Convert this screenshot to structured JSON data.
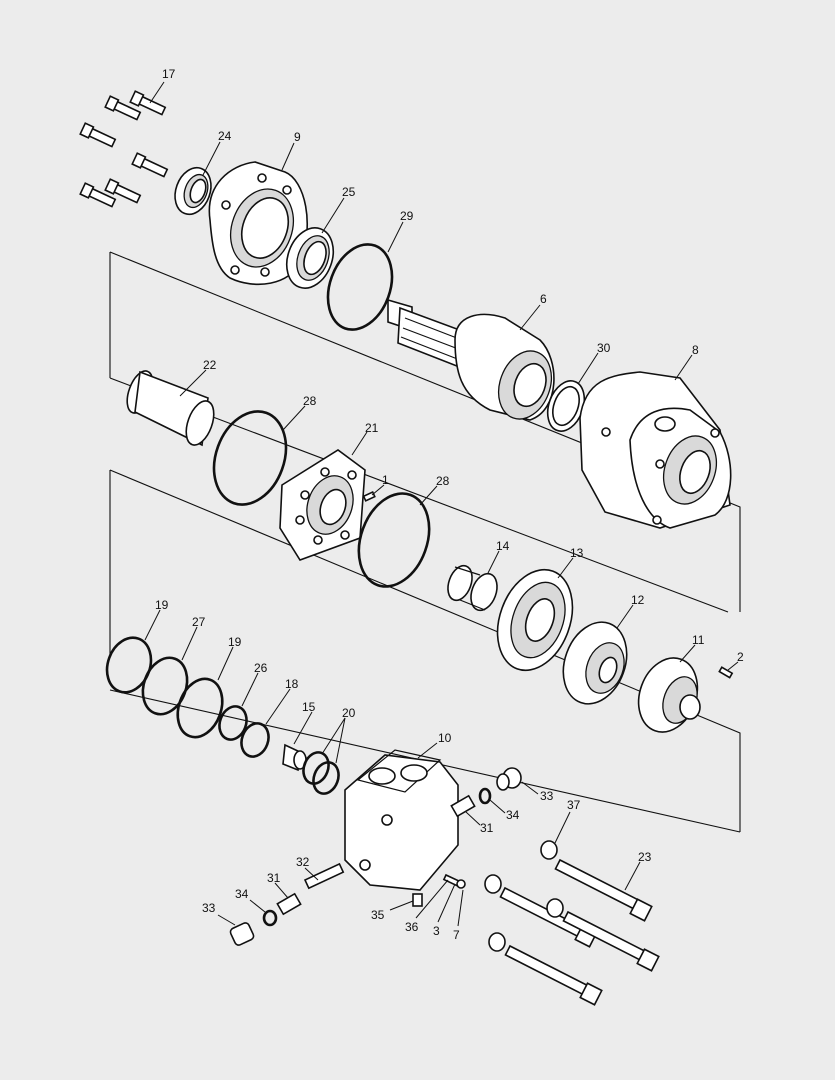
{
  "callouts": [
    {
      "id": "c17a",
      "text": "17"
    },
    {
      "id": "c24",
      "text": "24"
    },
    {
      "id": "c9",
      "text": "9"
    },
    {
      "id": "c25",
      "text": "25"
    },
    {
      "id": "c29",
      "text": "29"
    },
    {
      "id": "c6",
      "text": "6"
    },
    {
      "id": "c30",
      "text": "30"
    },
    {
      "id": "c8",
      "text": "8"
    },
    {
      "id": "c22",
      "text": "22"
    },
    {
      "id": "c28a",
      "text": "28"
    },
    {
      "id": "c21",
      "text": "21"
    },
    {
      "id": "c1",
      "text": "1"
    },
    {
      "id": "c28b",
      "text": "28"
    },
    {
      "id": "c14",
      "text": "14"
    },
    {
      "id": "c13",
      "text": "13"
    },
    {
      "id": "c12",
      "text": "12"
    },
    {
      "id": "c11",
      "text": "11"
    },
    {
      "id": "c2",
      "text": "2"
    },
    {
      "id": "c19a",
      "text": "19"
    },
    {
      "id": "c27",
      "text": "27"
    },
    {
      "id": "c19b",
      "text": "19"
    },
    {
      "id": "c26",
      "text": "26"
    },
    {
      "id": "c18",
      "text": "18"
    },
    {
      "id": "c15",
      "text": "15"
    },
    {
      "id": "c20",
      "text": "20"
    },
    {
      "id": "c10",
      "text": "10"
    },
    {
      "id": "c33a",
      "text": "33"
    },
    {
      "id": "c34a",
      "text": "34"
    },
    {
      "id": "c31a",
      "text": "31"
    },
    {
      "id": "c37",
      "text": "37"
    },
    {
      "id": "c23",
      "text": "23"
    },
    {
      "id": "c32",
      "text": "32"
    },
    {
      "id": "c31b",
      "text": "31"
    },
    {
      "id": "c34b",
      "text": "34"
    },
    {
      "id": "c33b",
      "text": "33"
    },
    {
      "id": "c35",
      "text": "35"
    },
    {
      "id": "c36",
      "text": "36"
    },
    {
      "id": "c3",
      "text": "3"
    },
    {
      "id": "c7",
      "text": "7"
    }
  ]
}
